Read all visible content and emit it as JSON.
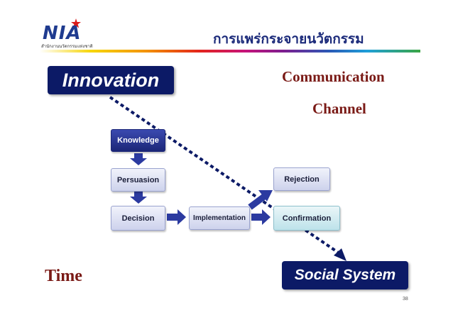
{
  "header": {
    "logo_text": "NIA",
    "logo_subtitle": "สำนักงานนวัตกรรมแห่งชาติ",
    "title": "การแพร่กระจายนวัตกรรม"
  },
  "diagram": {
    "innovation": "Innovation",
    "communication": "Communication",
    "channel": "Channel",
    "time": "Time",
    "social_system": "Social System",
    "steps": {
      "knowledge": "Knowledge",
      "persuasion": "Persuasion",
      "decision": "Decision",
      "implementation": "Implementation",
      "rejection": "Rejection",
      "confirmation": "Confirmation"
    }
  },
  "footer": {
    "page_number": "38"
  },
  "colors": {
    "navy_box": "#0c1a66",
    "maroon_text": "#7a1a16",
    "arrow_blue": "#2b3aa0",
    "title_blue": "#1b2a7a"
  }
}
